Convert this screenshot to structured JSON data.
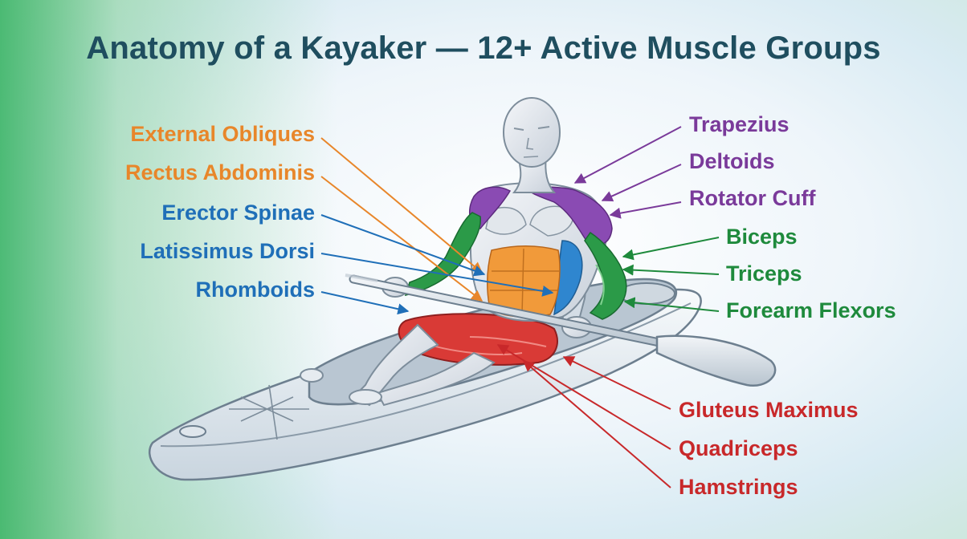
{
  "title": "Anatomy of a Kayaker — 12+ Active Muscle Groups",
  "colors": {
    "core": "#e8862a",
    "back": "#1f6fb8",
    "shoulders": "#7a3a9a",
    "arms": "#1e8a3c",
    "legs": "#c8282a",
    "title": "#1f4e5f"
  },
  "labels": {
    "external_obliques": "External Obliques",
    "rectus_abdominis": "Rectus Abdominis",
    "erector_spinae": "Erector Spinae",
    "latissimus_dorsi": "Latissimus Dorsi",
    "rhomboids": "Rhomboids",
    "trapezius": "Trapezius",
    "deltoids": "Deltoids",
    "rotator_cuff": "Rotator Cuff",
    "biceps": "Biceps",
    "triceps": "Triceps",
    "forearm_flexors": "Forearm Flexors",
    "gluteus_maximus": "Gluteus Maximus",
    "quadriceps": "Quadriceps",
    "hamstrings": "Hamstrings"
  }
}
